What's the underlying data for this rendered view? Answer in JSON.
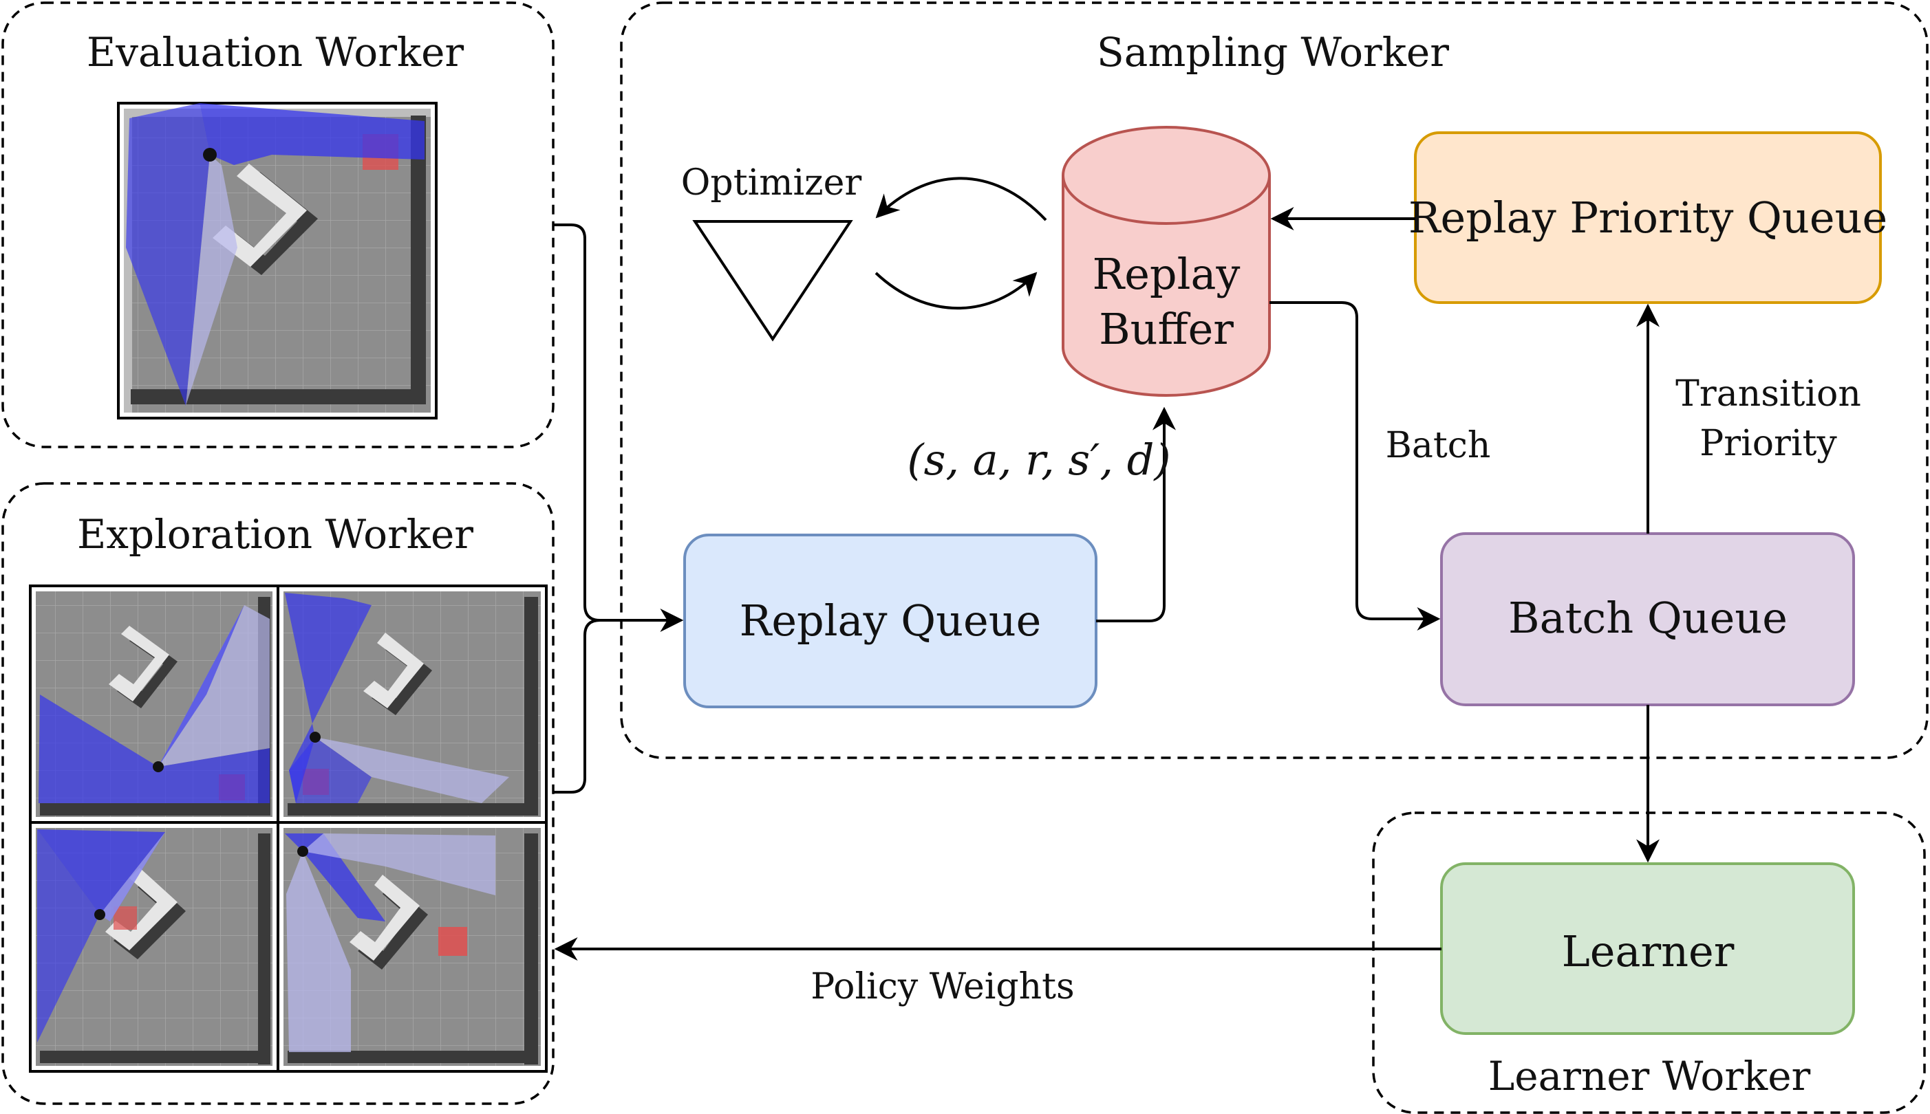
{
  "groups": {
    "evaluation": "Evaluation Worker",
    "exploration": "Exploration Worker",
    "sampling": "Sampling Worker",
    "learner": "Learner Worker"
  },
  "nodes": {
    "optimizer": "Optimizer",
    "replay_buffer_line1": "Replay",
    "replay_buffer_line2": "Buffer",
    "replay_priority_queue": "Replay Priority Queue",
    "replay_queue": "Replay Queue",
    "batch_queue": "Batch Queue",
    "learner": "Learner"
  },
  "edge_labels": {
    "transition_tuple": "(s, a, r, s′, d)",
    "batch": "Batch",
    "transition_priority_line1": "Transition",
    "transition_priority_line2": "Priority",
    "policy_weights": "Policy Weights"
  },
  "colors": {
    "replay_buffer_fill": "#f8cecc",
    "replay_buffer_stroke": "#b85450",
    "priority_queue_fill": "#ffe6cc",
    "priority_queue_stroke": "#d79b00",
    "replay_queue_fill": "#dae8fc",
    "replay_queue_stroke": "#6c8ebf",
    "batch_queue_fill": "#e1d5e7",
    "batch_queue_stroke": "#9673a6",
    "learner_fill": "#d5e8d4",
    "learner_stroke": "#82b366",
    "lidar_blue": "#3535ee",
    "lidar_light": "#a8a8e6",
    "floor_gray": "#8d8d8d",
    "goal_red": "#e05050"
  },
  "icons": {
    "optimizer": "down-triangle-icon",
    "replay_buffer": "cylinder-database-icon"
  }
}
